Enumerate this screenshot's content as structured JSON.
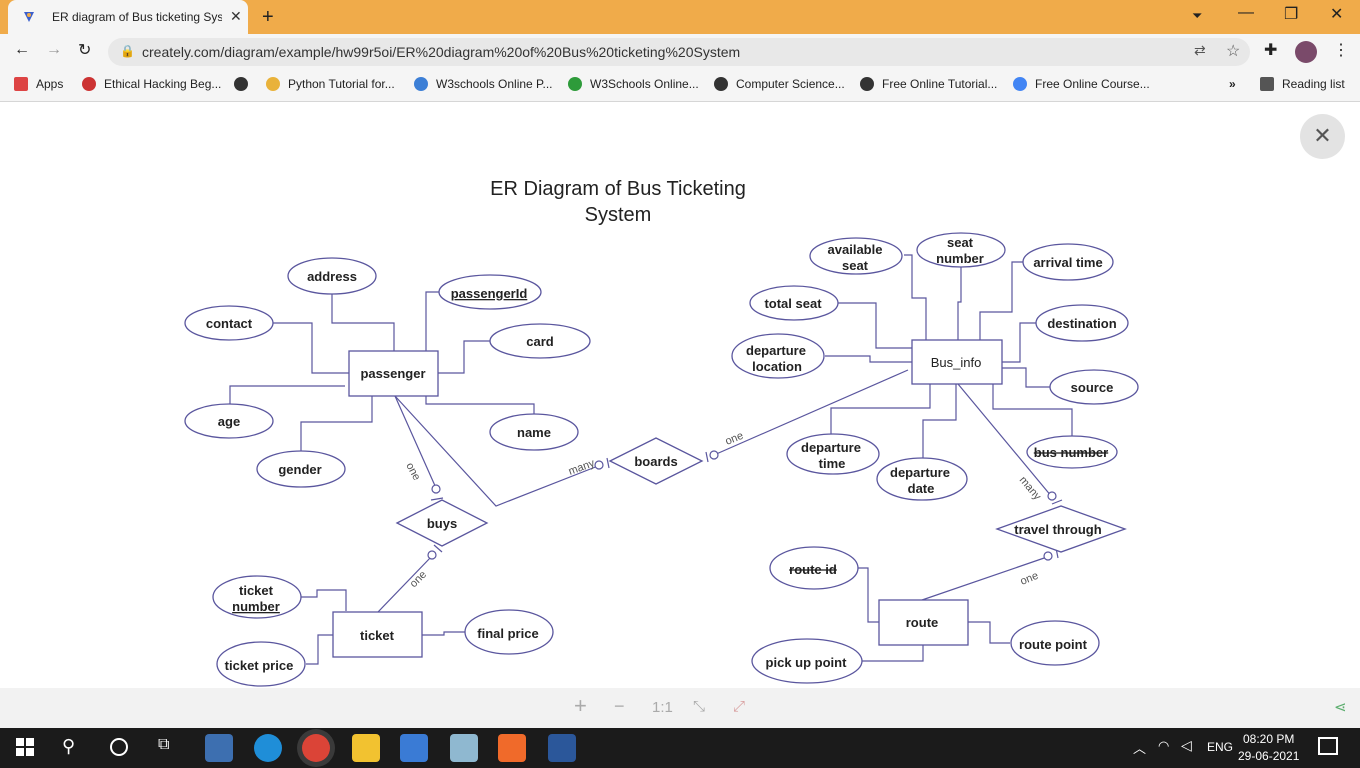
{
  "browser": {
    "tab_title": "ER diagram of Bus ticketing Syste",
    "url": "creately.com/diagram/example/hw99r5oi/ER%20diagram%20of%20Bus%20ticketing%20System",
    "bookmarks": [
      "Apps",
      "Ethical Hacking Beg...",
      "Python Tutorial for...",
      "W3schools Online P...",
      "W3Schools Online...",
      "Computer Science...",
      "Free Online Tutorial...",
      "Free Online Course..."
    ],
    "overflow": "»",
    "reading_list": "Reading list"
  },
  "diagram": {
    "title_line1": "ER Diagram of Bus Ticketing",
    "title_line2": "System",
    "entities": {
      "passenger": "passenger",
      "bus_info": "Bus_info",
      "ticket": "ticket",
      "route": "route"
    },
    "relationships": {
      "boards": "boards",
      "buys": "buys",
      "travel_through": "travel through"
    },
    "attributes": {
      "address": "address",
      "passengerId": "passengerId",
      "contact": "contact",
      "card": "card",
      "age": "age",
      "name": "name",
      "gender": "gender",
      "available_seat_1": "available",
      "available_seat_2": "seat",
      "seat_number_1": "seat",
      "seat_number_2": "number",
      "arrival_time": "arrival time",
      "total_seat": "total seat",
      "destination": "destination",
      "departure_location_1": "departure",
      "departure_location_2": "location",
      "source": "source",
      "departure_time_1": "departure",
      "departure_time_2": "time",
      "departure_date_1": "departure",
      "departure_date_2": "date",
      "bus_number": "bus number",
      "ticket_number_1": "ticket",
      "ticket_number_2": "number",
      "ticket_price": "ticket price",
      "final_price": "final price",
      "route_id": "route id",
      "route_point": "route point",
      "pick_up_point": "pick up point"
    },
    "cardinalities": {
      "one_buys_top": "one",
      "many_boards": "many",
      "one_boards": "one",
      "one_buys_bottom": "one",
      "many_travel": "many",
      "one_travel": "one"
    }
  },
  "zoom_controls": {
    "plus": "+",
    "minus": "−",
    "ratio": "1:1"
  },
  "taskbar": {
    "language": "ENG",
    "time": "08:20 PM",
    "date": "29-06-2021"
  }
}
